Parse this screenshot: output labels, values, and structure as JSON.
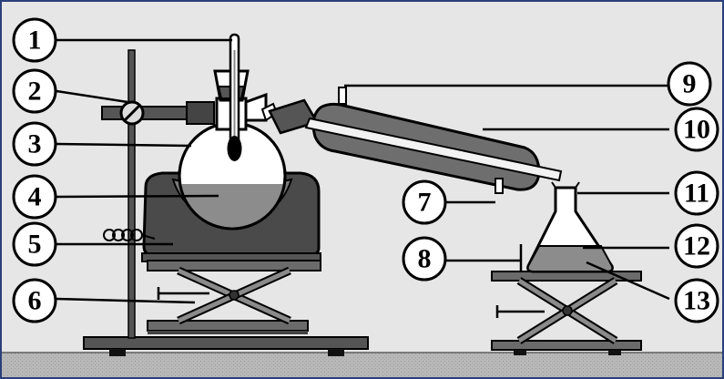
{
  "colors": {
    "background": "#e6e6e6",
    "frame": "#2a3f7a",
    "ground": "#b8b8b8",
    "metal": "#6b6b6b",
    "dark": "#3c3c3c",
    "liquid": "#8c8c8c",
    "glass": "#ffffff"
  },
  "callouts": [
    {
      "id": "1",
      "label": "1"
    },
    {
      "id": "2",
      "label": "2"
    },
    {
      "id": "3",
      "label": "3"
    },
    {
      "id": "4",
      "label": "4"
    },
    {
      "id": "5",
      "label": "5"
    },
    {
      "id": "6",
      "label": "6"
    },
    {
      "id": "7",
      "label": "7"
    },
    {
      "id": "8",
      "label": "8"
    },
    {
      "id": "9",
      "label": "9"
    },
    {
      "id": "10",
      "label": "10"
    },
    {
      "id": "11",
      "label": "11"
    },
    {
      "id": "12",
      "label": "12"
    },
    {
      "id": "13",
      "label": "13"
    }
  ]
}
